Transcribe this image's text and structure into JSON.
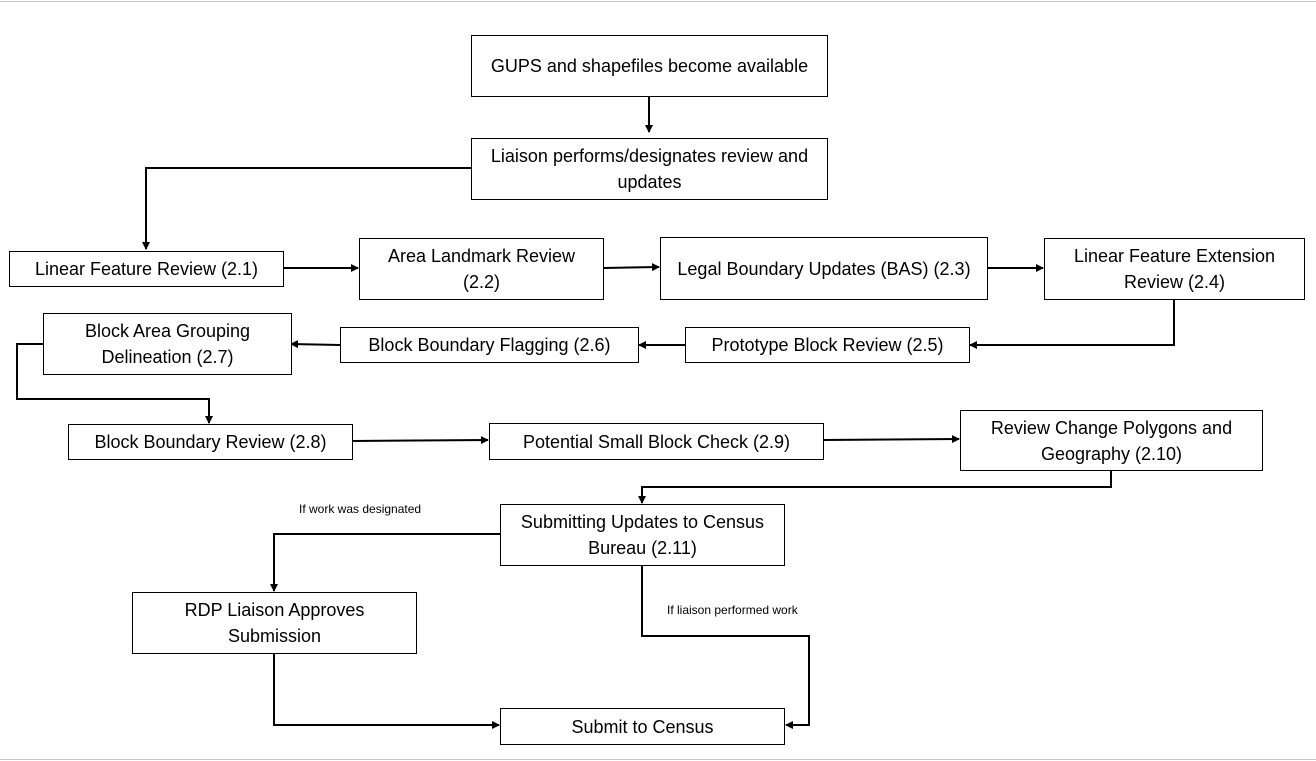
{
  "nodes": {
    "gups_available": "GUPS and shapefiles become available",
    "liaison_review": "Liaison performs/designates review and updates",
    "linear_feature_review": "Linear Feature Review (2.1)",
    "area_landmark_review": "Area Landmark Review (2.2)",
    "legal_boundary_updates": "Legal Boundary Updates (BAS) (2.3)",
    "linear_feature_extension": "Linear Feature Extension Review (2.4)",
    "prototype_block_review": "Prototype Block Review (2.5)",
    "block_boundary_flagging": "Block Boundary Flagging (2.6)",
    "block_area_grouping": "Block Area Grouping Delineation (2.7)",
    "block_boundary_review": "Block Boundary Review (2.8)",
    "small_block_check": "Potential Small Block Check (2.9)",
    "review_change_polygons": "Review Change Polygons and Geography (2.10)",
    "submitting_updates": "Submitting Updates to Census Bureau (2.11)",
    "rdp_liaison_approves": "RDP Liaison Approves Submission",
    "submit_to_census": "Submit to Census"
  },
  "edge_labels": {
    "if_designated": "If work was designated",
    "if_performed": "If liaison performed work"
  }
}
